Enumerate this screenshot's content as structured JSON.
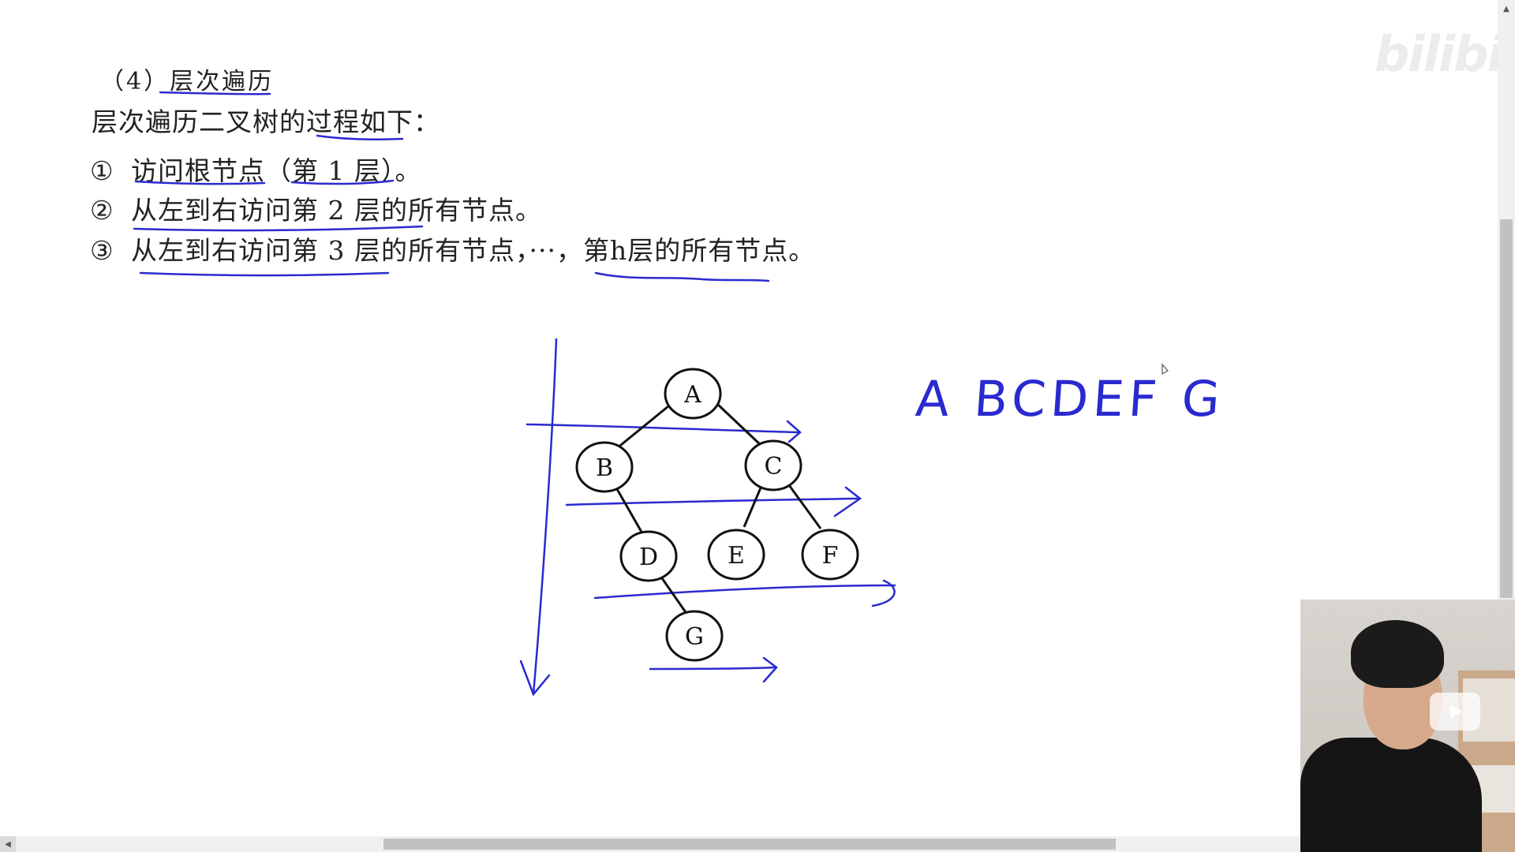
{
  "document": {
    "heading": "（4）层次遍历",
    "intro": "层次遍历二叉树的过程如下：",
    "steps": [
      {
        "num": "①",
        "text": "访问根节点（第 1 层）。"
      },
      {
        "num": "②",
        "text": "从左到右访问第 2 层的所有节点。"
      },
      {
        "num": "③",
        "text": "从左到右访问第 3 层的所有节点，···，第h层的所有节点。"
      }
    ]
  },
  "tree": {
    "nodes": [
      {
        "id": "A",
        "label": "A"
      },
      {
        "id": "B",
        "label": "B"
      },
      {
        "id": "C",
        "label": "C"
      },
      {
        "id": "D",
        "label": "D"
      },
      {
        "id": "E",
        "label": "E"
      },
      {
        "id": "F",
        "label": "F"
      },
      {
        "id": "G",
        "label": "G"
      }
    ],
    "edges": [
      [
        "A",
        "B"
      ],
      [
        "A",
        "C"
      ],
      [
        "B",
        "D"
      ],
      [
        "C",
        "E"
      ],
      [
        "C",
        "F"
      ],
      [
        "D",
        "G"
      ]
    ]
  },
  "annotation": {
    "handwritten_order": "A BCDEF G",
    "ink_color": "#2a2ad0"
  },
  "watermark": "bilibili"
}
